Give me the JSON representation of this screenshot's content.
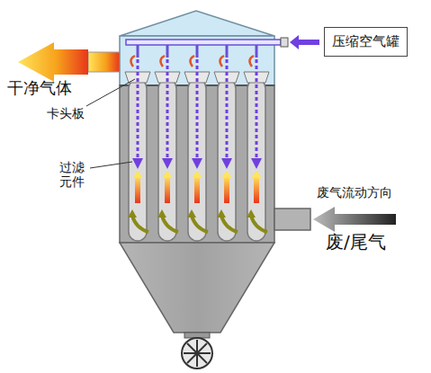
{
  "diagram": {
    "nodes": [
      {
        "text": [
          "压缩空气罐"
        ]
      }
    ],
    "labels": [
      "干净气体",
      "卡头板",
      "过滤元件",
      "废气流动方向",
      "废/尾气"
    ]
  }
}
